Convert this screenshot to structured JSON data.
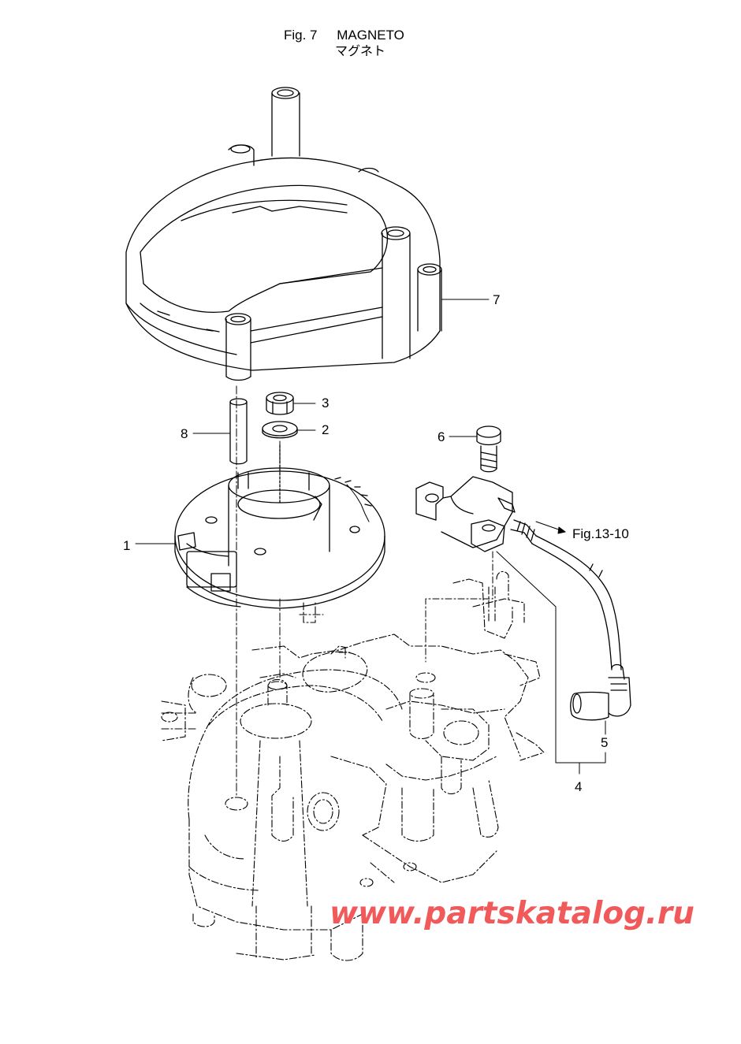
{
  "header": {
    "figure": "Fig. 7",
    "name": "MAGNETO",
    "name_jp": "マグネト"
  },
  "callouts": [
    {
      "id": "c1",
      "label": "1"
    },
    {
      "id": "c2",
      "label": "2"
    },
    {
      "id": "c3",
      "label": "3"
    },
    {
      "id": "c4",
      "label": "4"
    },
    {
      "id": "c5",
      "label": "5"
    },
    {
      "id": "c6",
      "label": "6"
    },
    {
      "id": "c7",
      "label": "7"
    },
    {
      "id": "c8",
      "label": "8"
    }
  ],
  "reference": "Fig.13-10",
  "watermark": "www.partskatalog.ru",
  "colors": {
    "line": "#000000",
    "watermark": "#f05a5a"
  }
}
